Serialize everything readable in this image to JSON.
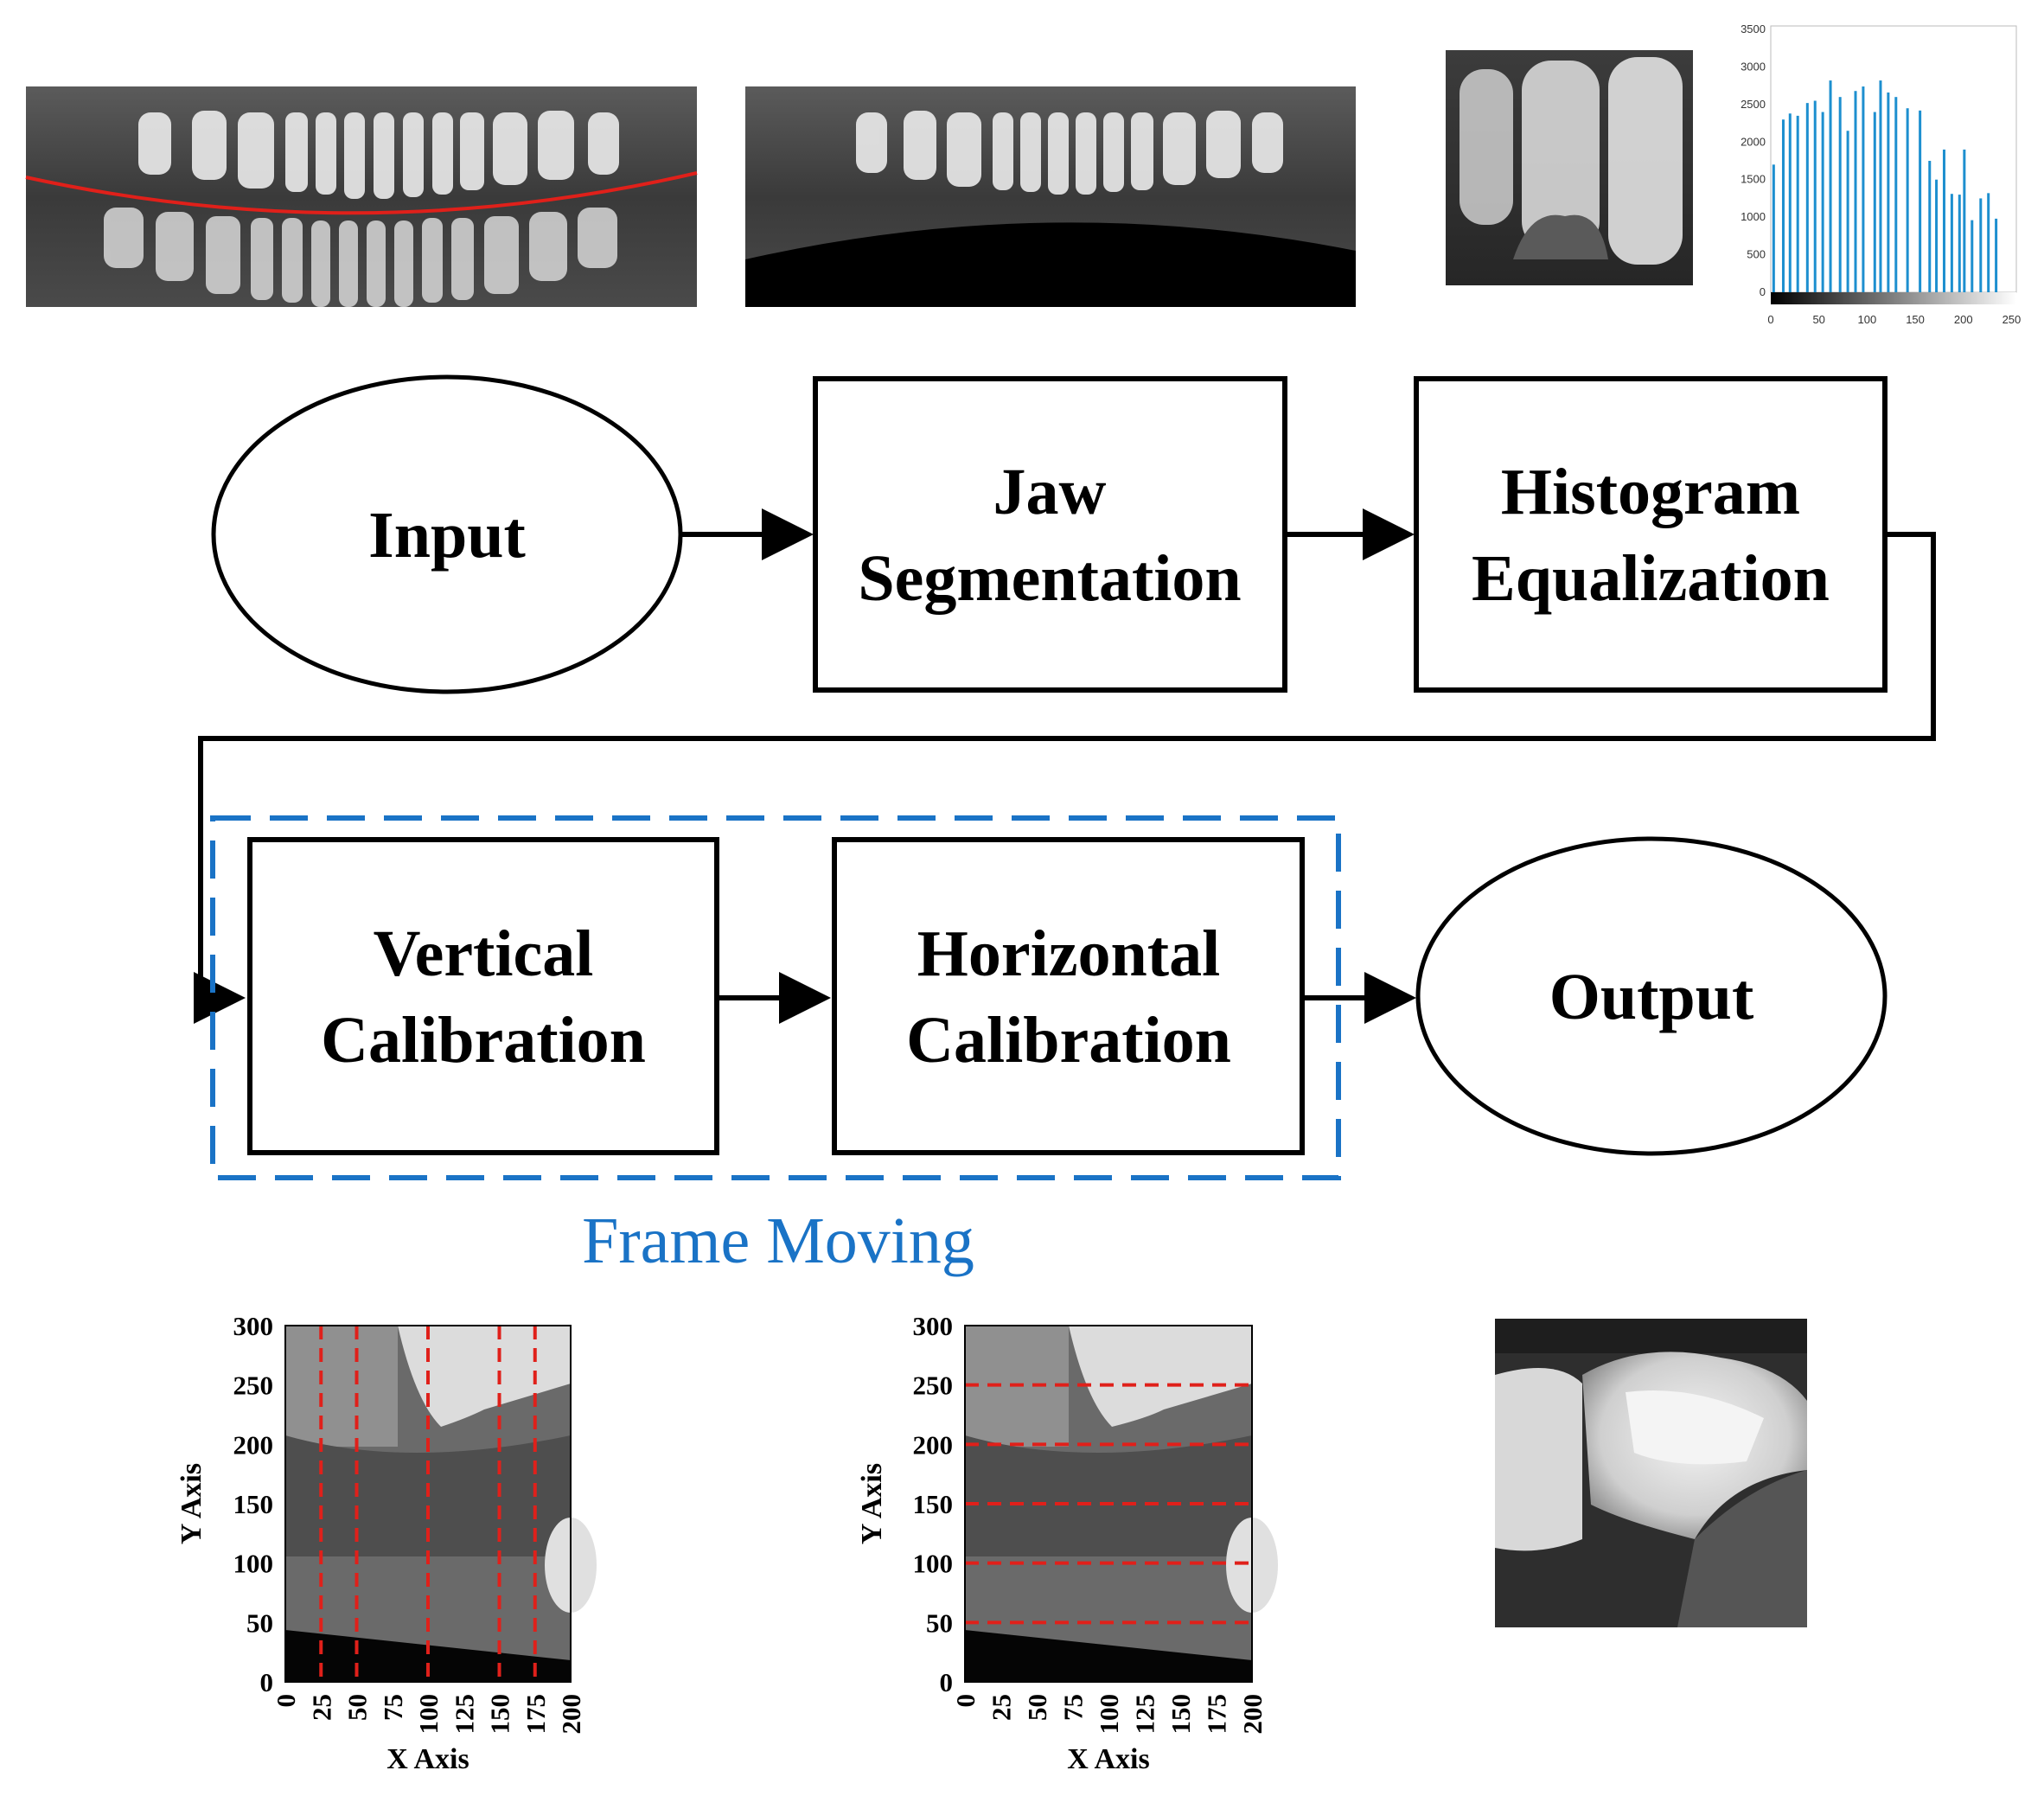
{
  "colors": {
    "frame_moving": "#1a73c6",
    "calibration_lines": "#e0201a",
    "jaw_curve": "#e0201a",
    "histogram_bars": "#1d8fcf",
    "stroke": "#000000"
  },
  "flowchart": {
    "input": "Input",
    "jaw_segmentation": [
      "Jaw",
      "Segmentation"
    ],
    "histogram_equalization": [
      "Histogram",
      "Equalization"
    ],
    "vertical_calibration": [
      "Vertical",
      "Calibration"
    ],
    "horizontal_calibration": [
      "Horizontal",
      "Calibration"
    ],
    "output": "Output",
    "frame_label": "Frame Moving"
  },
  "images": {
    "panoramic_with_curve": "panoramic-xray-icon",
    "segmented_jaw": "segmented-jaw-xray-icon",
    "equalized_crop": "tooth-crop-xray-icon",
    "final_tooth": "tooth-xray-icon"
  },
  "histogram": {
    "y_ticks": [
      "3500",
      "3000",
      "2500",
      "2000",
      "1500",
      "1000",
      "500",
      "0"
    ],
    "x_ticks": [
      "0",
      "50",
      "100",
      "150",
      "200",
      "250"
    ],
    "ylim": [
      0,
      3500
    ],
    "xlim": [
      0,
      255
    ],
    "bars": [
      {
        "x": 3,
        "v": 1700
      },
      {
        "x": 13,
        "v": 2300
      },
      {
        "x": 20,
        "v": 2380
      },
      {
        "x": 28,
        "v": 2350
      },
      {
        "x": 38,
        "v": 2520
      },
      {
        "x": 46,
        "v": 2550
      },
      {
        "x": 54,
        "v": 2400
      },
      {
        "x": 62,
        "v": 2820
      },
      {
        "x": 72,
        "v": 2600
      },
      {
        "x": 80,
        "v": 2150
      },
      {
        "x": 88,
        "v": 2680
      },
      {
        "x": 96,
        "v": 2740
      },
      {
        "x": 108,
        "v": 2400
      },
      {
        "x": 114,
        "v": 2820
      },
      {
        "x": 122,
        "v": 2660
      },
      {
        "x": 130,
        "v": 2600
      },
      {
        "x": 142,
        "v": 2450
      },
      {
        "x": 155,
        "v": 2420
      },
      {
        "x": 165,
        "v": 1750
      },
      {
        "x": 172,
        "v": 1500
      },
      {
        "x": 180,
        "v": 1900
      },
      {
        "x": 188,
        "v": 1310
      },
      {
        "x": 196,
        "v": 1300
      },
      {
        "x": 201,
        "v": 1900
      },
      {
        "x": 209,
        "v": 960
      },
      {
        "x": 218,
        "v": 1250
      },
      {
        "x": 226,
        "v": 1320
      },
      {
        "x": 234,
        "v": 980
      }
    ]
  },
  "plot_vertical": {
    "y_label": "Y Axis",
    "x_label": "X Axis",
    "y_ticks": [
      "300",
      "250",
      "200",
      "150",
      "100",
      "50",
      "0"
    ],
    "x_ticks": [
      "0",
      "25",
      "50",
      "75",
      "100",
      "125",
      "150",
      "175",
      "200"
    ],
    "xlim": [
      0,
      200
    ],
    "ylim": [
      0,
      300
    ],
    "lines_x": [
      25,
      50,
      100,
      150,
      175
    ]
  },
  "plot_horizontal": {
    "y_label": "Y Axis",
    "x_label": "X Axis",
    "y_ticks": [
      "300",
      "250",
      "200",
      "150",
      "100",
      "50",
      "0"
    ],
    "x_ticks": [
      "0",
      "25",
      "50",
      "75",
      "100",
      "125",
      "150",
      "175",
      "200"
    ],
    "xlim": [
      0,
      200
    ],
    "ylim": [
      0,
      300
    ],
    "lines_y": [
      50,
      100,
      150,
      200,
      250
    ]
  }
}
